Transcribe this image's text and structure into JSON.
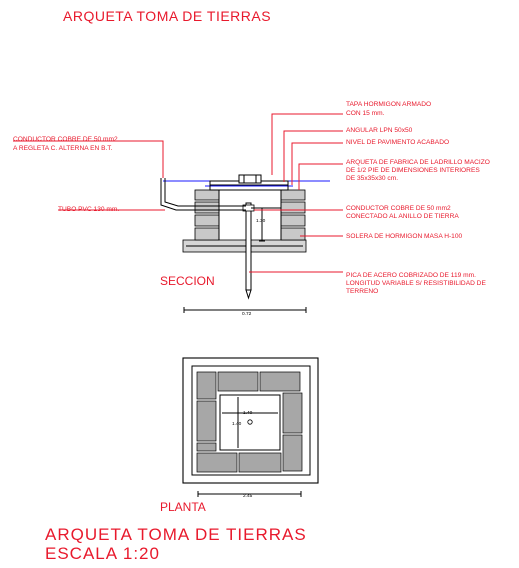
{
  "title_top": "ARQUETA TOMA DE TIERRAS",
  "section": {
    "label": "SECCION",
    "labels": {
      "tapa": [
        "TAPA HORMIGON ARMADO",
        "CON 15 mm."
      ],
      "angular": "ANGULAR LPN 50x50",
      "nivel": "NIVEL DE PAVIMENTO ACABADO",
      "arqueta": [
        "ARQUETA DE FABRICA DE LADRILLO MACIZO",
        "DE 1/2 PIE DE DIMENSIONES INTERIORES",
        "DE 35x35x30 cm."
      ],
      "conductor_right": [
        "CONDUCTOR COBRE DE 50 mm2",
        "CONECTADO AL ANILLO DE TIERRA"
      ],
      "solera": "SOLERA DE HORMIGON MASA H-100",
      "pica": [
        "PICA DE ACERO COBRIZADO DE 119 mm.",
        "LONGITUD VARIABLE S/ RESISTIBILIDAD DE",
        "TERRENO"
      ],
      "conductor_left": [
        "CONDUCTOR COBRE DE 50 mm2",
        "A REGLETA C. ALTERNA EN B.T."
      ],
      "tubo": "TUBO PVC 130 mm."
    },
    "dims": {
      "depth": "1.30",
      "width": "0.72"
    }
  },
  "plan": {
    "label": "PLANTA",
    "dims": {
      "inner_w": "1.40",
      "inner_h": "1.40",
      "width": "2.45"
    }
  },
  "title_bottom": [
    "ARQUETA TOMA DE TIERRAS",
    "ESCALA 1:20"
  ],
  "colors": {
    "label_red": "#e8192c",
    "level_blue": "#1a1aff",
    "brick_gray": "#c8c8c8"
  }
}
